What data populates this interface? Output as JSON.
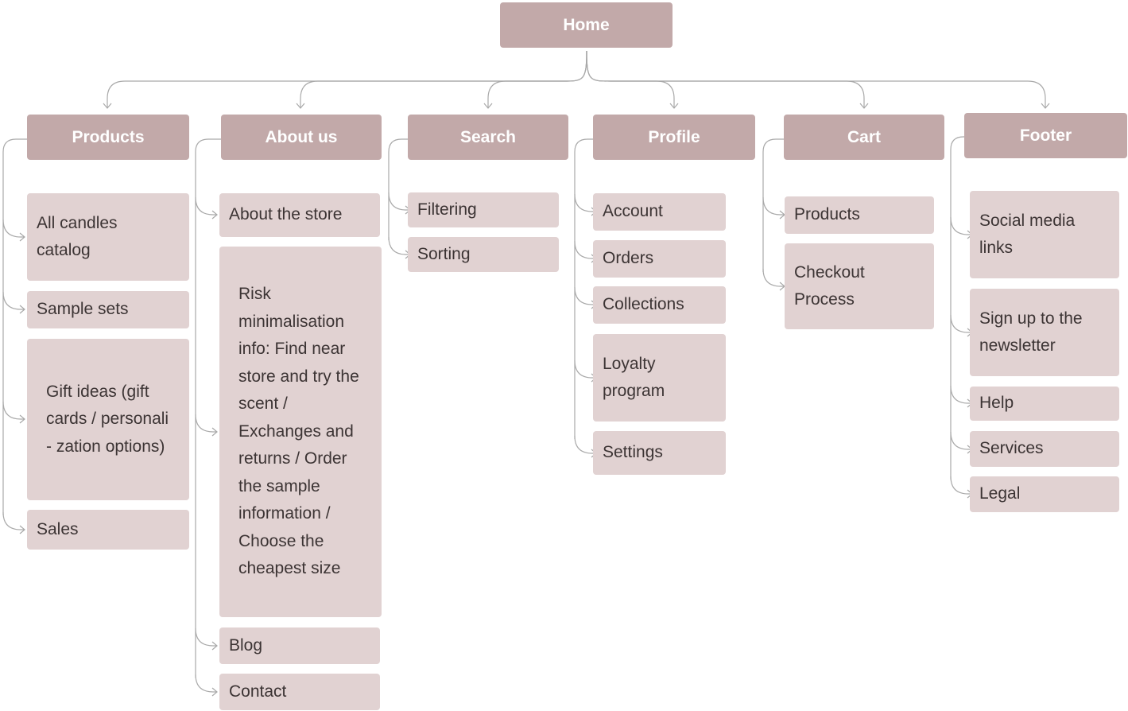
{
  "root": {
    "label": "Home"
  },
  "columns": [
    {
      "id": "products",
      "label": "Products",
      "items": [
        "All candles catalog",
        "Sample sets",
        "Gift ideas (gift cards  /  personali - zation options)",
        "Sales"
      ]
    },
    {
      "id": "about",
      "label": "About us",
      "items": [
        "About the store",
        "Risk minimalisation info: Find near store and try the scent / Exchanges and returns / Order the sample information / Choose the cheapest size",
        "Blog",
        "Contact"
      ]
    },
    {
      "id": "search",
      "label": "Search",
      "items": [
        "Filtering",
        "Sorting"
      ]
    },
    {
      "id": "profile",
      "label": "Profile",
      "items": [
        "Account",
        "Orders",
        "Collections",
        "Loyalty program",
        "Settings"
      ]
    },
    {
      "id": "cart",
      "label": "Cart",
      "items": [
        "Products",
        "Checkout Process"
      ]
    },
    {
      "id": "footer",
      "label": "Footer",
      "items": [
        "Social media links",
        "Sign up to the newsletter",
        "Help",
        "Services",
        "Legal"
      ]
    }
  ],
  "colors": {
    "header": "#c2a9a9",
    "item": "#e1d2d2",
    "connector": "#a9a9a9",
    "header_text": "#ffffff",
    "item_text": "#3c3434"
  }
}
